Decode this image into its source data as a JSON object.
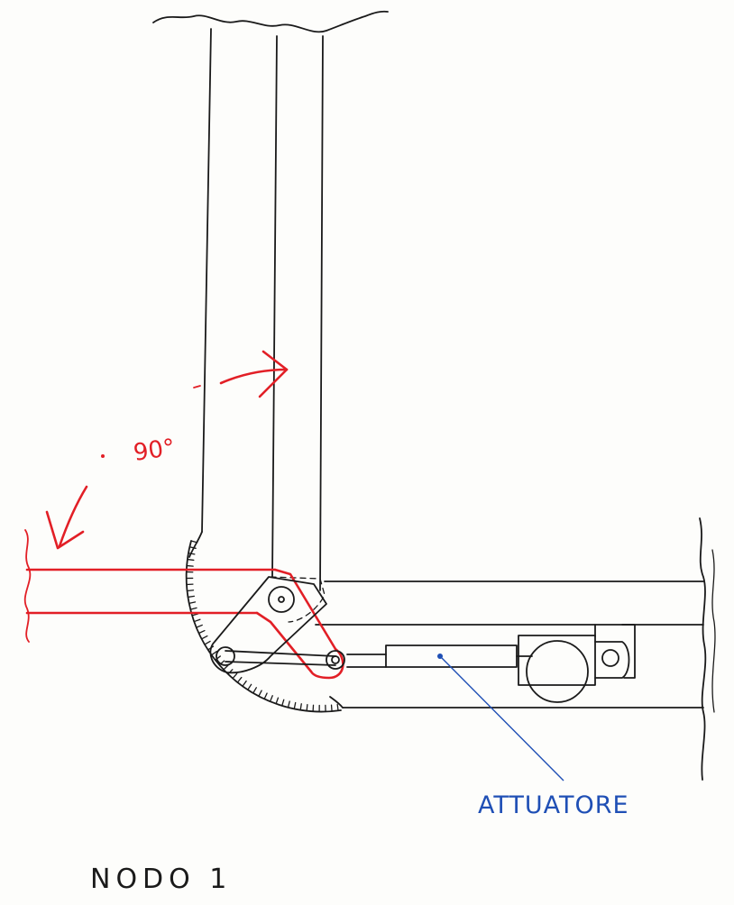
{
  "labels": {
    "angle": "90°",
    "actuator": "ATTUATORE",
    "node": "NODO 1"
  },
  "colors": {
    "ink": "#1a1a1a",
    "red": "#e21f26",
    "blue": "#1f4fb5"
  }
}
